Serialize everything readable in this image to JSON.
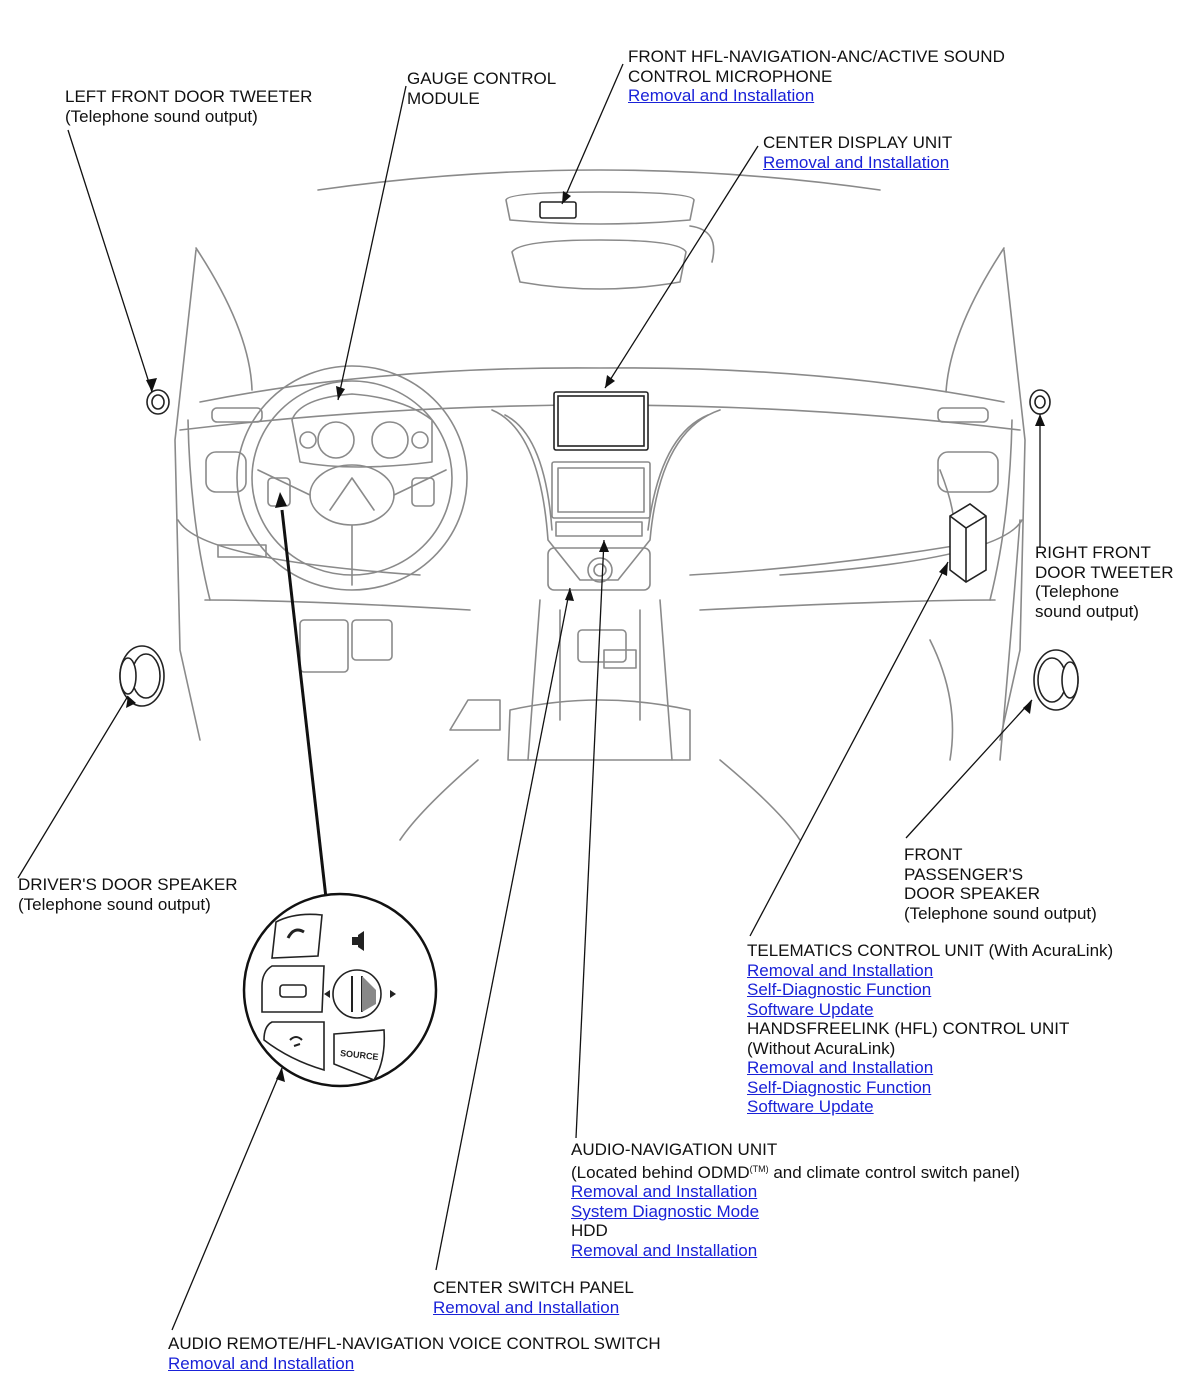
{
  "labels": {
    "left_tweeter": {
      "line1": "LEFT FRONT DOOR TWEETER",
      "line2": "(Telephone sound output)"
    },
    "gauge": {
      "line1": "GAUGE CONTROL",
      "line2": "MODULE"
    },
    "microphone": {
      "line1": "FRONT HFL-NAVIGATION-ANC/ACTIVE SOUND",
      "line2": "CONTROL MICROPHONE",
      "link1": "Removal and Installation"
    },
    "center_display": {
      "line1": "CENTER DISPLAY UNIT",
      "link1": "Removal and Installation"
    },
    "right_tweeter": {
      "line1": "RIGHT FRONT",
      "line2": "DOOR TWEETER",
      "line3": "(Telephone",
      "line4": "sound output)"
    },
    "driver_speaker": {
      "line1": "DRIVER'S DOOR SPEAKER",
      "line2": "(Telephone sound output)"
    },
    "passenger_speaker": {
      "line1": "FRONT",
      "line2": "PASSENGER'S",
      "line3": "DOOR SPEAKER",
      "line4": "(Telephone sound output)"
    },
    "telematics": {
      "line1": "TELEMATICS CONTROL UNIT (With AcuraLink)",
      "link1": "Removal and Installation",
      "link2": "Self-Diagnostic Function",
      "link3": "Software Update",
      "line2": "HANDSFREELINK (HFL) CONTROL UNIT",
      "line3": "(Without AcuraLink)",
      "link4": "Removal and Installation",
      "link5": "Self-Diagnostic Function",
      "link6": "Software Update"
    },
    "audio_nav": {
      "line1": "AUDIO-NAVIGATION UNIT",
      "line2a": "(Located behind ODMD",
      "line2tm": "(TM)",
      "line2b": " and climate control switch panel)",
      "link1": "Removal and Installation",
      "link2": "System Diagnostic Mode",
      "line3": "HDD",
      "link3": "Removal and Installation"
    },
    "center_switch": {
      "line1": "CENTER SWITCH PANEL",
      "link1": "Removal and Installation"
    },
    "audio_remote": {
      "line1": "AUDIO REMOTE/HFL-NAVIGATION VOICE CONTROL SWITCH",
      "link1": "Removal and Installation"
    }
  },
  "inset": {
    "source_button": "SOURCE"
  },
  "colors": {
    "link": "#1a22d8",
    "line": "#111111",
    "drawing": "#8a8a8a"
  }
}
